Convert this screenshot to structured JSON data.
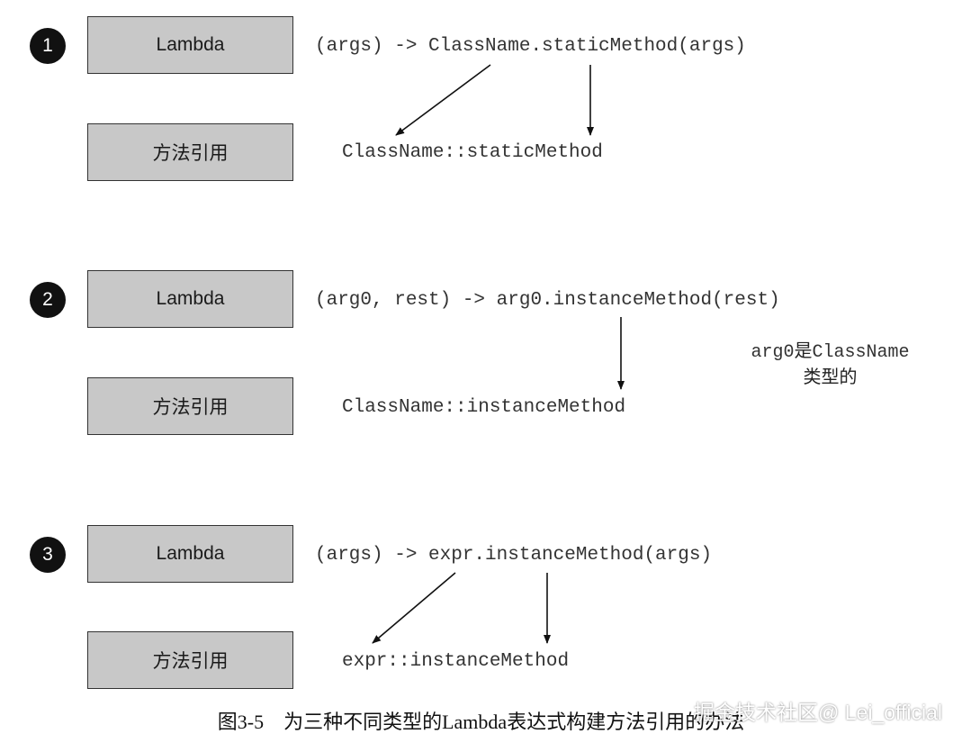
{
  "rows": [
    {
      "badge": "1",
      "lambda_label": "Lambda",
      "method_ref_label": "方法引用",
      "lambda_code": "(args) -> ClassName.staticMethod(args)",
      "method_ref_code": "ClassName::staticMethod"
    },
    {
      "badge": "2",
      "lambda_label": "Lambda",
      "method_ref_label": "方法引用",
      "lambda_code": "(arg0, rest) -> arg0.instanceMethod(rest)",
      "method_ref_code": "ClassName::instanceMethod",
      "note": {
        "code": "arg0",
        "text": "是",
        "code2": "ClassName",
        "line2": "类型的"
      }
    },
    {
      "badge": "3",
      "lambda_label": "Lambda",
      "method_ref_label": "方法引用",
      "lambda_code": "(args) -> expr.instanceMethod(args)",
      "method_ref_code": "expr::instanceMethod"
    }
  ],
  "caption": "图3-5　为三种不同类型的Lambda表达式构建方法引用的办法",
  "watermark": "掘金技术社区@ Lei_official",
  "colors": {
    "box_fill": "#c8c8c8",
    "badge": "#111111",
    "text": "#333333"
  }
}
